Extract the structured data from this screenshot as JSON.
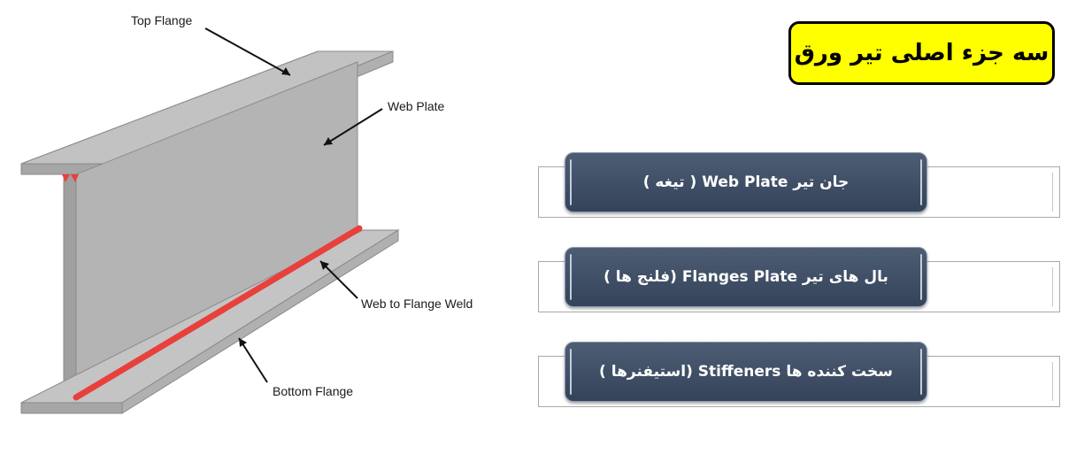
{
  "diagram": {
    "labels": {
      "top_flange": "Top Flange",
      "web_plate": "Web Plate",
      "weld": "Web to Flange Weld",
      "bottom_flange": "Bottom Flange"
    },
    "colors": {
      "steel_top": "#bdbdbd",
      "steel_side": "#a3a3a3",
      "web": "#b3b3b3",
      "weld": "#e8403c"
    }
  },
  "title": "سه جزء اصلی تیر ورق",
  "items": [
    {
      "label": "جان تیر  Web Plate ( تیغه )"
    },
    {
      "label": "بال های تیر  Flanges Plate (فلنج ها )"
    },
    {
      "label": "سخت کننده ها Stiffeners (استیفنرها )"
    }
  ],
  "colors": {
    "title_bg": "#ffff00",
    "pill_bg": "#3d4c63",
    "frame_border": "#a9a9a9"
  }
}
